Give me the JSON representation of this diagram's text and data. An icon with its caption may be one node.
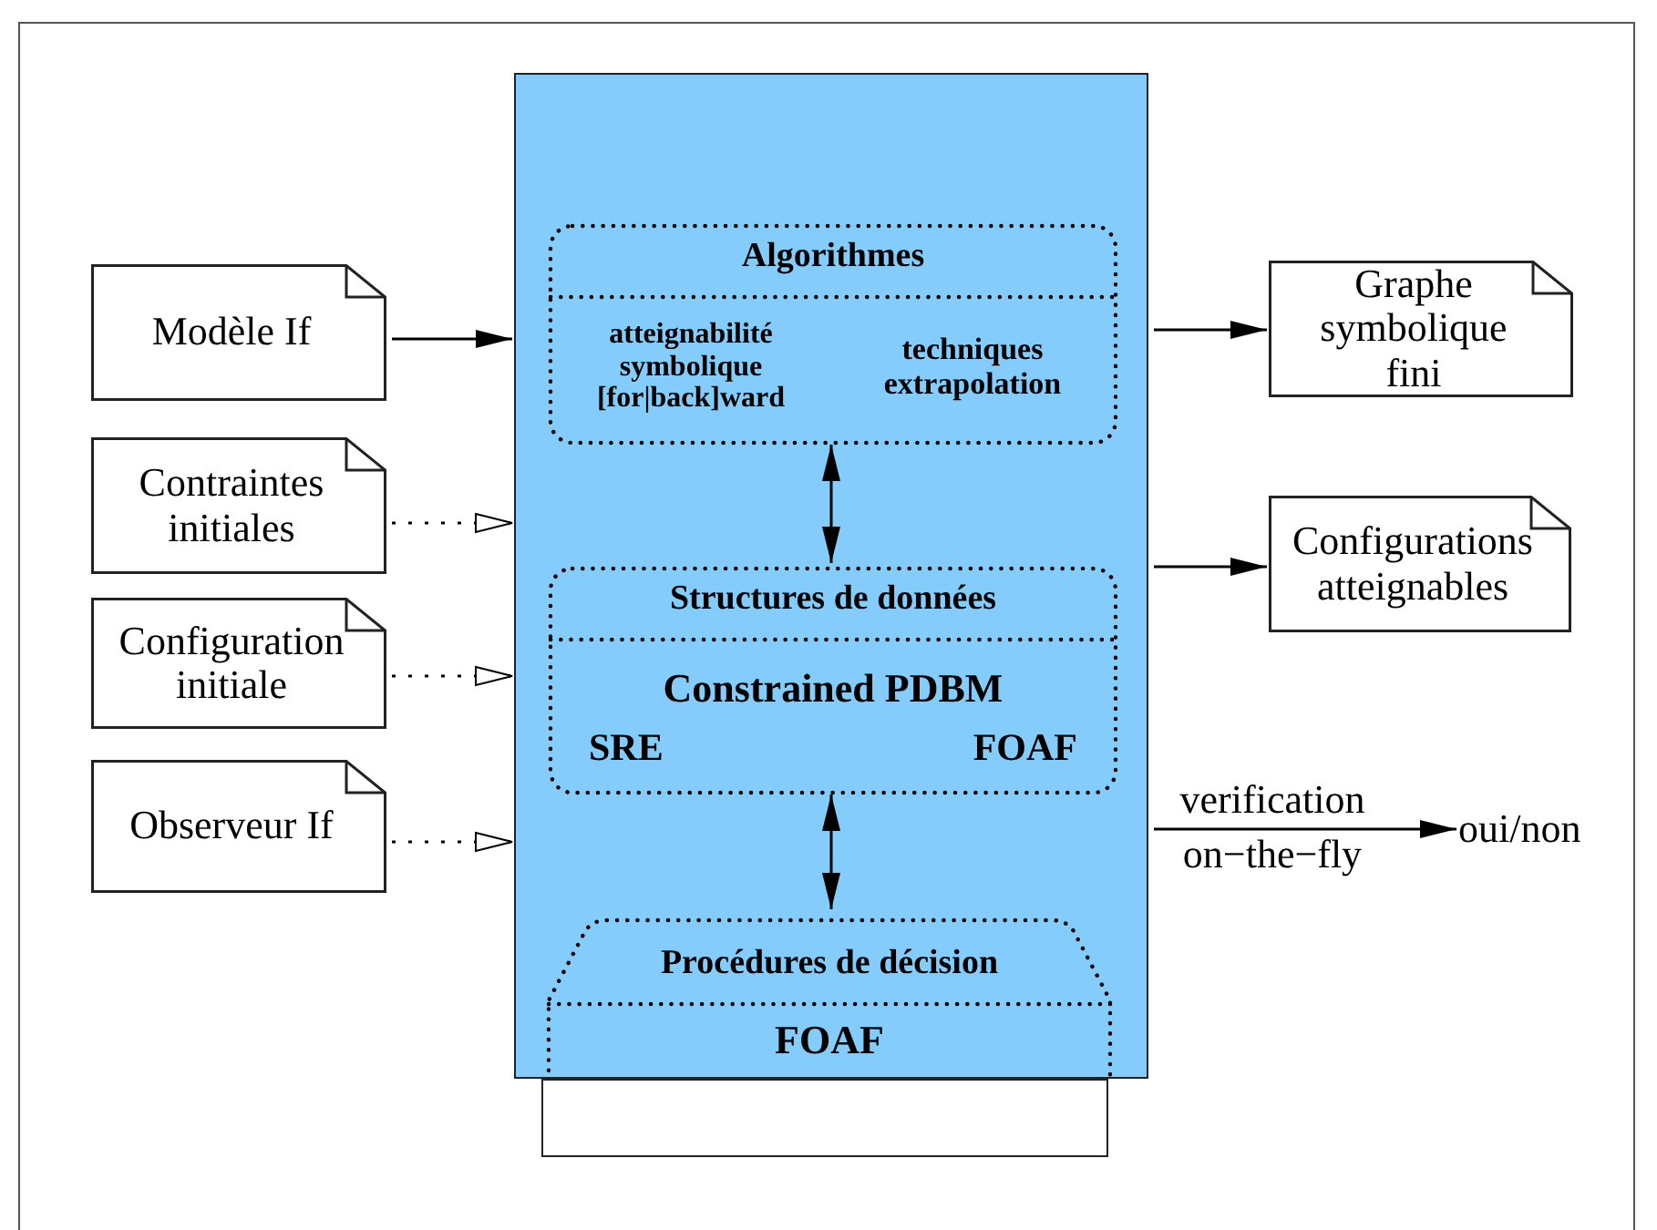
{
  "diagram": {
    "nodes": [
      {
        "text": [],
        "shape": "box"
      },
      {
        "text": [
          "Algorithmes",
          "atteignabilité symbolique [for|back]ward",
          "techniques extrapolation"
        ],
        "in": 0
      },
      {
        "text": [
          "Structures de données",
          "Constrained PDBM",
          "SRE",
          "FOAF"
        ],
        "in": 0
      },
      {
        "text": [
          "Procédures de décision",
          "FOAF"
        ],
        "in": 0
      },
      {
        "text": [],
        "shape": "box"
      },
      {
        "text": [
          "Modèle If"
        ]
      },
      {
        "text": [
          "Contraintes initiales"
        ]
      },
      {
        "text": [
          "Configuration initiale"
        ]
      },
      {
        "text": [
          "Observeur If"
        ]
      },
      {
        "text": [
          "Graphe symbolique fini"
        ]
      },
      {
        "text": [
          "Configurations atteignables"
        ]
      },
      {
        "text": [
          "oui/non"
        ]
      }
    ],
    "edges": [
      {
        "from": 5,
        "to": 0,
        "arrow": "to"
      },
      {
        "from": 6,
        "to": 0,
        "arrow": "to",
        "style": "dashed"
      },
      {
        "from": 7,
        "to": 0,
        "arrow": "to",
        "style": "dashed"
      },
      {
        "from": 8,
        "to": 0,
        "arrow": "to",
        "style": "dashed"
      },
      {
        "from": 1,
        "to": 2,
        "arrow": "both"
      },
      {
        "from": 2,
        "to": 3,
        "arrow": "both"
      },
      {
        "from": 0,
        "to": 9,
        "arrow": "to"
      },
      {
        "from": 0,
        "to": 10,
        "arrow": "to"
      },
      {
        "from": 0,
        "to": 11,
        "arrow": "to",
        "label": "verification on−the−fly"
      }
    ]
  }
}
